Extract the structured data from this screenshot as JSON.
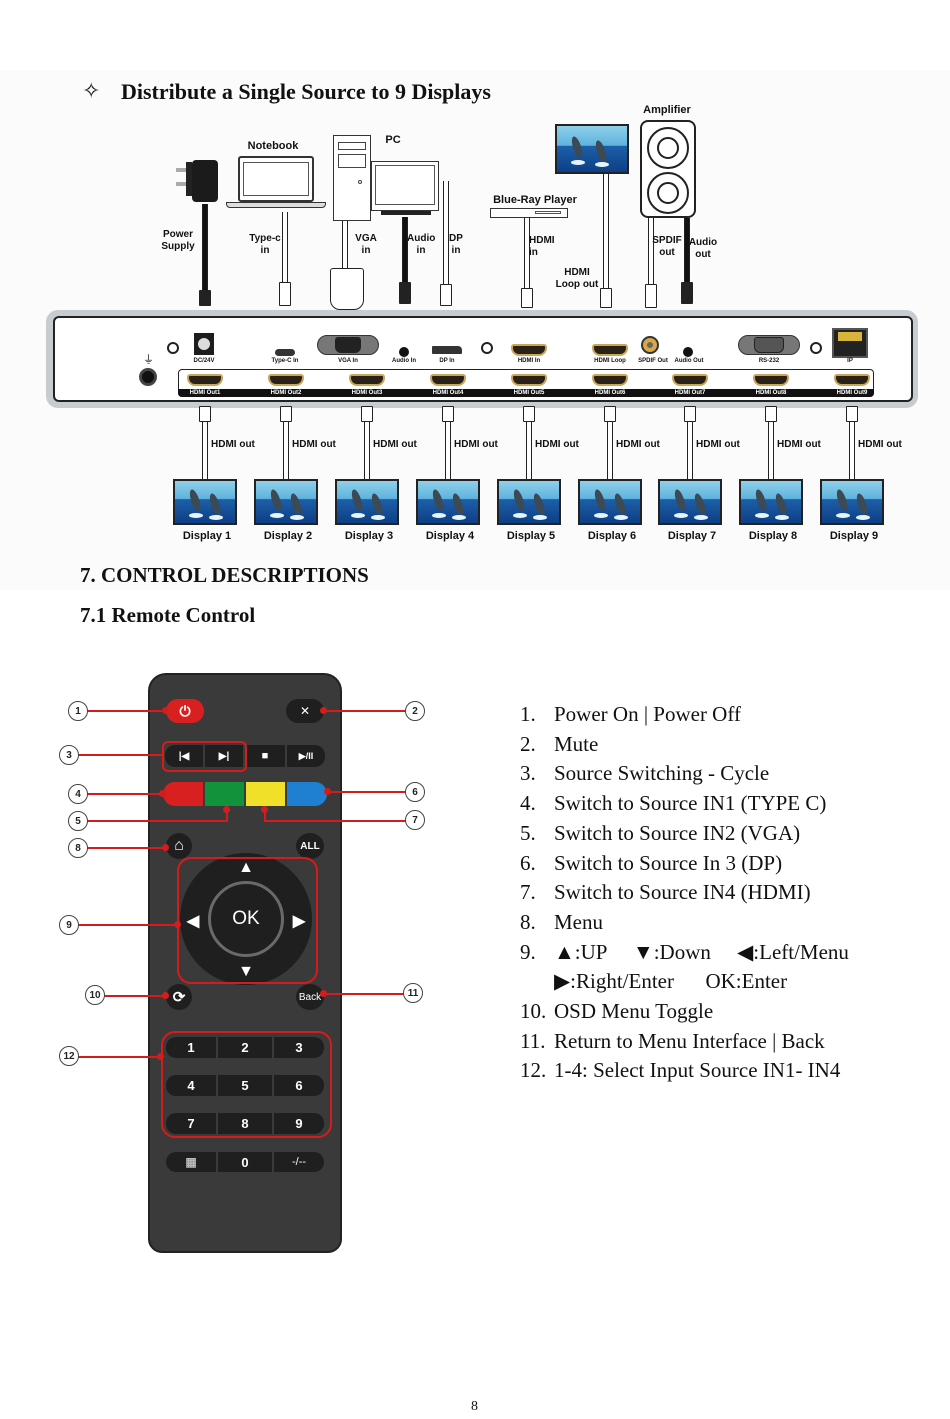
{
  "heading": {
    "bullet_icon": "✧",
    "title": "Distribute a Single Source to 9 Displays"
  },
  "diagram": {
    "sources": {
      "power_supply": "Power Supply",
      "notebook": "Notebook",
      "pc": "PC",
      "blu_ray": "Blue-Ray Player",
      "amplifier": "Amplifier"
    },
    "cable_labels": {
      "type_c_in": "Type-c in",
      "vga_in": "VGA in",
      "audio_in": "Audio in",
      "dp_in": "DP in",
      "hdmi_in": "HDMI in",
      "hdmi_loop_out": "HDMI Loop out",
      "spdif_out": "SPDIF out",
      "audio_out": "Audio out"
    },
    "ports": {
      "dc": "DC/24V",
      "type_c": "Type-C In",
      "vga": "VGA In",
      "audio_in": "Audio In",
      "dp": "DP In",
      "hdmi_in": "HDMI In",
      "hdmi_loop": "HDMI Loop",
      "spdif": "SPDIF Out",
      "audio_out": "Audio Out",
      "rs232": "RS-232",
      "ip": "IP"
    },
    "outputs": [
      {
        "port": "HDMI Out1",
        "cable": "HDMI out",
        "display": "Display 1"
      },
      {
        "port": "HDMI Out2",
        "cable": "HDMI out",
        "display": "Display 2"
      },
      {
        "port": "HDMI Out3",
        "cable": "HDMI out",
        "display": "Display 3"
      },
      {
        "port": "HDMI Out4",
        "cable": "HDMI out",
        "display": "Display 4"
      },
      {
        "port": "HDMI Out5",
        "cable": "HDMI out",
        "display": "Display 5"
      },
      {
        "port": "HDMI Out6",
        "cable": "HDMI out",
        "display": "Display 6"
      },
      {
        "port": "HDMI Out7",
        "cable": "HDMI out",
        "display": "Display 7"
      },
      {
        "port": "HDMI Out8",
        "cable": "HDMI out",
        "display": "Display 8"
      },
      {
        "port": "HDMI Out9",
        "cable": "HDMI out",
        "display": "Display 9"
      }
    ]
  },
  "section": {
    "title": "7.  CONTROL DESCRIPTIONS",
    "subtitle": "7.1 Remote Control"
  },
  "remote": {
    "colors": {
      "red": "#d92020",
      "green": "#12923a",
      "yellow": "#f0e02a",
      "blue": "#1f7fd0",
      "callout_red": "#d41c1c",
      "body": "#3a3a3a"
    },
    "buttons": {
      "power_icon": "⏻",
      "mute_icon": "🔇",
      "prev_icon": "⏮",
      "next_icon": "⏭",
      "stop_icon": "■",
      "play_pause": "▶/II",
      "home_icon": "⌂",
      "all": "ALL",
      "ok": "OK",
      "up": "▲",
      "down": "▼",
      "left": "◀",
      "right": "▶",
      "refresh_icon": "⟳",
      "back": "Back",
      "numbers": [
        "1",
        "2",
        "3",
        "4",
        "5",
        "6",
        "7",
        "8",
        "9"
      ],
      "grid_icon": "▦",
      "zero": "0",
      "dash": "-/--"
    },
    "callouts": [
      "1",
      "2",
      "3",
      "4",
      "5",
      "6",
      "7",
      "8",
      "9",
      "10",
      "11",
      "12"
    ]
  },
  "descriptions": [
    {
      "num": "1.",
      "text": "Power On | Power Off"
    },
    {
      "num": "2.",
      "text": "Mute"
    },
    {
      "num": "3.",
      "text": "Source Switching - Cycle"
    },
    {
      "num": "4.",
      "text": "Switch to Source IN1 (TYPE C)"
    },
    {
      "num": "5.",
      "text": "Switch to Source IN2 (VGA)"
    },
    {
      "num": "6.",
      "text": "Switch to Source In 3 (DP)"
    },
    {
      "num": "7.",
      "text": "Switch to Source IN4 (HDMI)"
    },
    {
      "num": "8.",
      "text": "Menu"
    },
    {
      "num": "9.",
      "text": "▲:UP     ▼:Down     ◀:Left/Menu"
    },
    {
      "num": "",
      "text": "▶:Right/Enter      OK:Enter"
    },
    {
      "num": "10.",
      "text": "OSD Menu Toggle"
    },
    {
      "num": "11.",
      "text": "Return to Menu Interface | Back"
    },
    {
      "num": "12.",
      "text": "1-4: Select Input Source IN1- IN4"
    }
  ],
  "page_number": "8"
}
